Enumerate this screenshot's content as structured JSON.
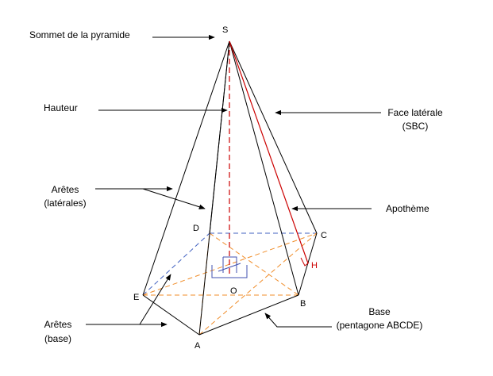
{
  "colors": {
    "edge": "#000000",
    "height": "#cc0000",
    "apothem": "#cc0000",
    "base_diagonals": "#f08c28",
    "hidden_edges": "#4060c0",
    "right_angle_marks": "#4050b0"
  },
  "points": {
    "S": "S",
    "A": "A",
    "B": "B",
    "C": "C",
    "D": "D",
    "E": "E",
    "O": "O",
    "H": "H"
  },
  "labels": {
    "sommet": "Sommet de la pyramide",
    "hauteur": "Hauteur",
    "face_laterale_line1": "Face latérale",
    "face_laterale_line2": "(SBC)",
    "aretes_laterales_line1": "Arêtes",
    "aretes_laterales_line2": "(latérales)",
    "apotheme": "Apothème",
    "aretes_base_line1": "Arêtes",
    "aretes_base_line2": "(base)",
    "base_line1": "Base",
    "base_line2": "(pentagone ABCDE)"
  }
}
